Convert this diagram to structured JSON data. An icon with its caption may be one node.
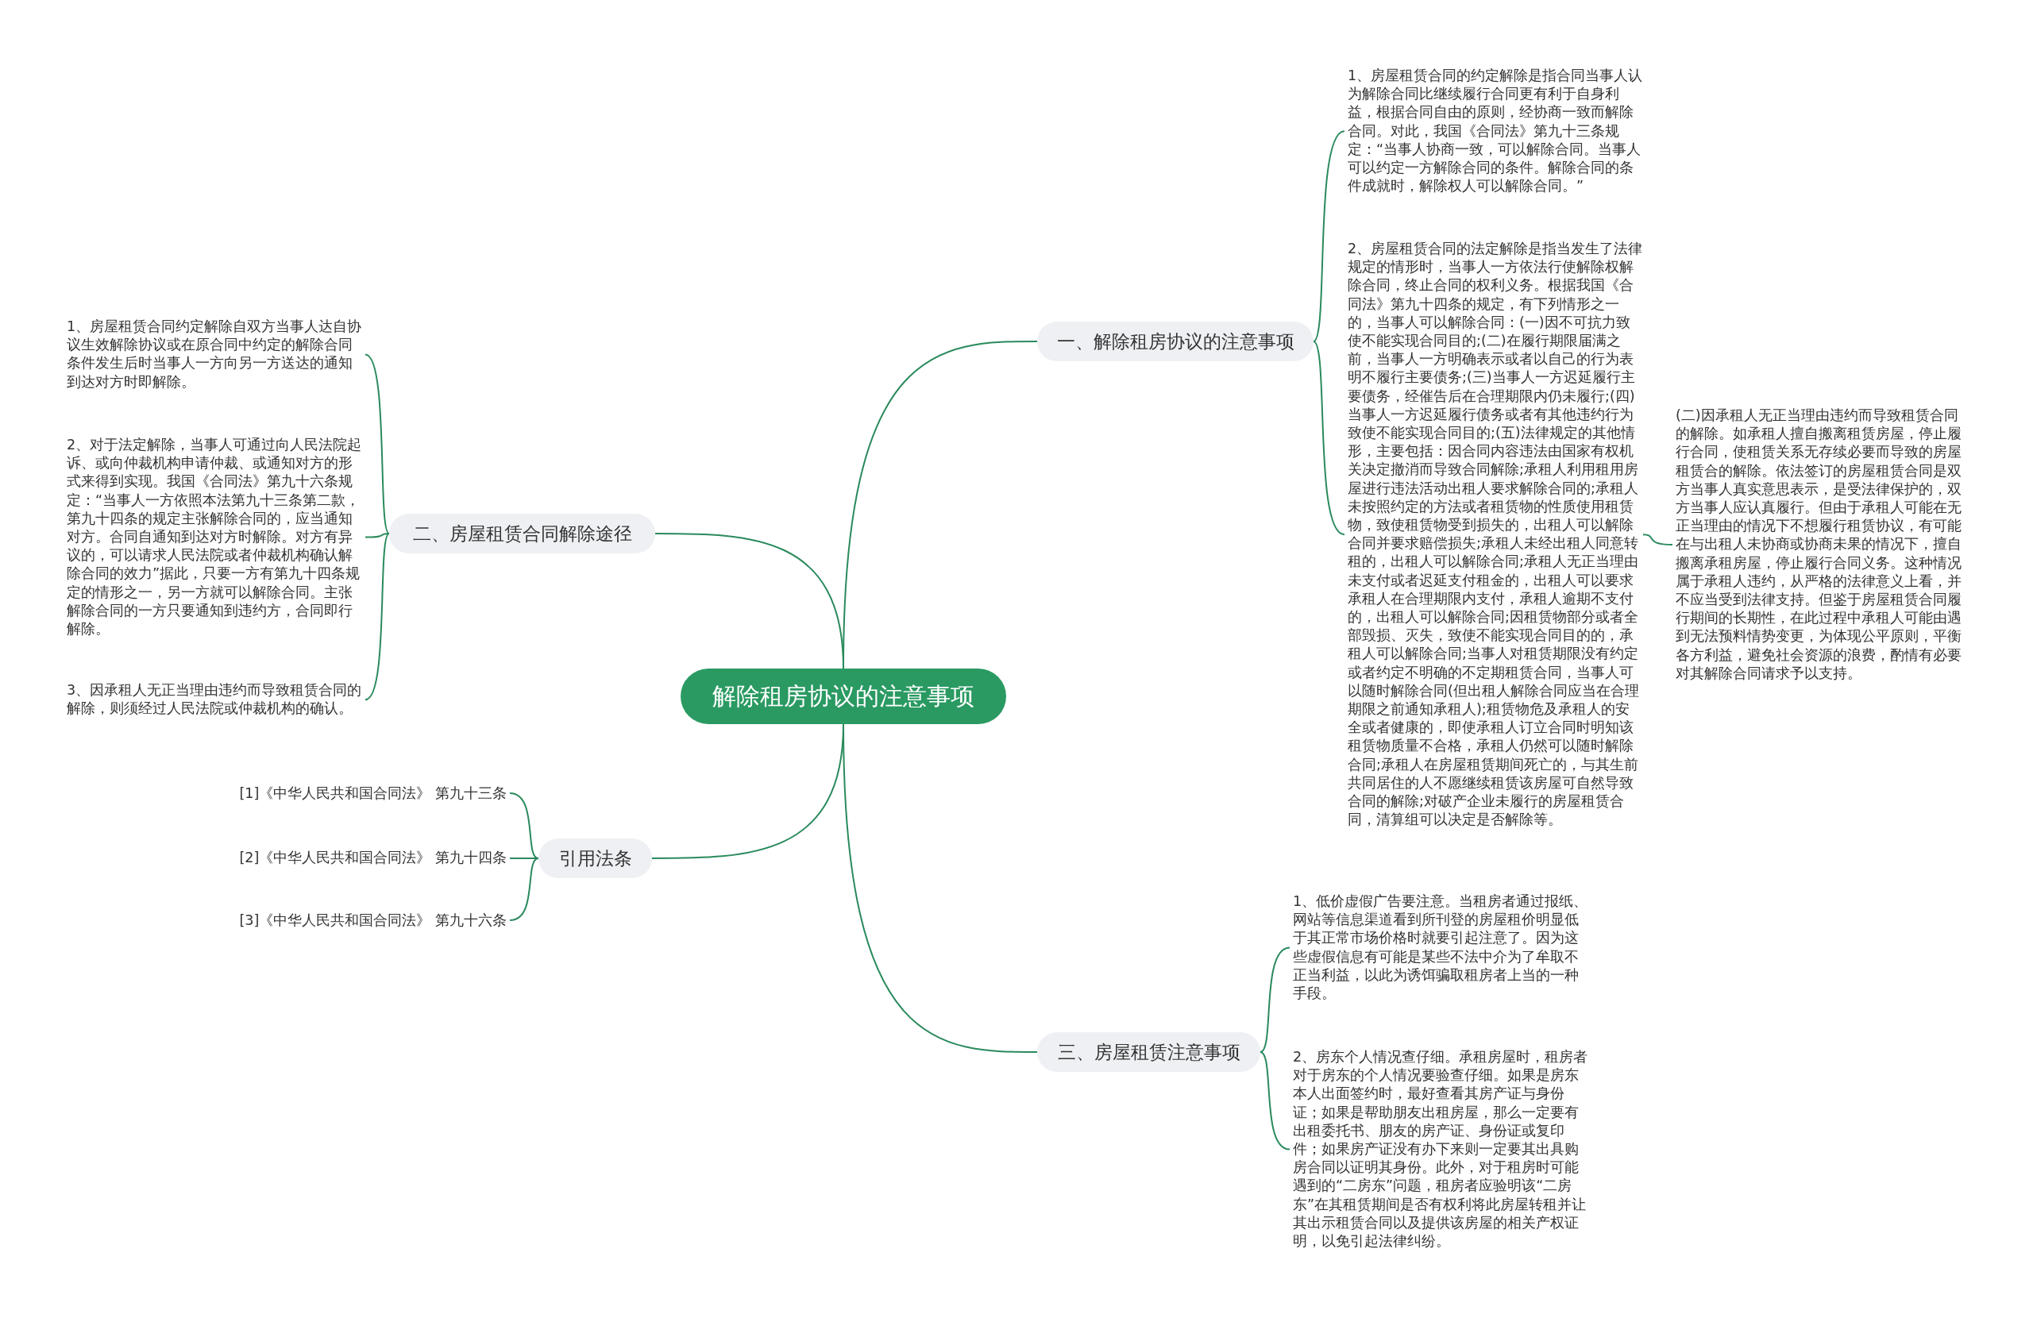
{
  "diagram": {
    "nodes": [
      {
        "text": [
          "解除租房协议的注意事项"
        ]
      },
      {
        "text": [
          "一、解除租房协议的注意事项"
        ]
      },
      {
        "text": [
          "1、房屋租赁合同的约定解除是指合同当事人认为解除合同比继续履行合同更有利于自身利益，根据合同自由的原则，经协商一致而解除合同。对此，我国《合同法》第九十三条规定：“当事人协商一致，可以解除合同。当事人可以约定一方解除合同的条件。解除合同的条件成就时，解除权人可以解除合同。”"
        ]
      },
      {
        "text": [
          "2、房屋租赁合同的法定解除是指当发生了法律规定的情形时，当事人一方依法行使解除权解除合同，终止合同的权利义务。根据我国《合同法》第九十四条的规定，有下列情形之一的，当事人可以解除合同：(一)因不可抗力致使不能实现合同目的;(二)在履行期限届满之前，当事人一方明确表示或者以自己的行为表明不履行主要债务;(三)当事人一方迟延履行主要债务，经催告后在合理期限内仍未履行;(四)当事人一方迟延履行债务或者有其他违约行为致使不能实现合同目的;(五)法律规定的其他情形，主要包括：因合同内容违法由国家有权机关决定撤消而导致合同解除;承租人利用租用房屋进行违法活动出租人要求解除合同的;承租人未按照约定的方法或者租赁物的性质使用租赁物，致使租赁物受到损失的，出租人可以解除合同并要求赔偿损失;承租人未经出租人同意转租的，出租人可以解除合同;承租人无正当理由未支付或者迟延支付租金的，出租人可以要求承租人在合理期限内支付，承租人逾期不支付的，出租人可以解除合同;因租赁物部分或者全部毁损、灭失，致使不能实现合同目的的，承租人可以解除合同;当事人对租赁期限没有约定或者约定不明确的不定期租赁合同，当事人可以随时解除合同(但出租人解除合同应当在合理期限之前通知承租人);租赁物危及承租人的安全或者健康的，即使承租人订立合同时明知该租赁物质量不合格，承租人仍然可以随时解除合同;承租人在房屋租赁期间死亡的，与其生前共同居住的人不愿继续租赁该房屋可自然导致合同的解除;对破产企业未履行的房屋租赁合同，清算组可以决定是否解除等。"
        ]
      },
      {
        "text": [
          "(二)因承租人无正当理由违约而导致租赁合同的解除。如承租人擅自搬离租赁房屋，停止履行合同，使租赁关系无存续必要而导致的房屋租赁合的解除。依法签订的房屋租赁合同是双方当事人真实意思表示，是受法律保护的，双方当事人应认真履行。但由于承租人可能在无正当理由的情况下不想履行租赁协议，有可能在与出租人未协商或协商未果的情况下，擅自搬离承租房屋，停止履行合同义务。这种情况属于承租人违约，从严格的法律意义上看，并不应当受到法律支持。但鉴于房屋租赁合同履行期间的长期性，在此过程中承租人可能由遇到无法预料情势变更，为体现公平原则，平衡各方利益，避免社会资源的浪费，酌情有必要对其解除合同请求予以支持。"
        ]
      },
      {
        "text": [
          "二、房屋租赁合同解除途径"
        ]
      },
      {
        "text": [
          "1、房屋租赁合同约定解除自双方当事人达自协议生效解除协议或在原合同中约定的解除合同条件发生后时当事人一方向另一方送达的通知到达对方时即解除。"
        ]
      },
      {
        "text": [
          "2、对于法定解除，当事人可通过向人民法院起诉、或向仲裁机构申请仲裁、或通知对方的形式来得到实现。我国《合同法》第九十六条规定：“当事人一方依照本法第九十三条第二款，第九十四条的规定主张解除合同的，应当通知对方。合同自通知到达对方时解除。对方有异议的，可以请求人民法院或者仲裁机构确认解除合同的效力”据此，只要一方有第九十四条规定的情形之一，另一方就可以解除合同。主张解除合同的一方只要通知到违约方，合同即行解除。"
        ]
      },
      {
        "text": [
          "3、因承租人无正当理由违约而导致租赁合同的解除，则须经过人民法院或仲裁机构的确认。"
        ]
      },
      {
        "text": [
          "引用法条"
        ]
      },
      {
        "text": [
          "[1]《中华人民共和国合同法》 第九十三条"
        ]
      },
      {
        "text": [
          "[2]《中华人民共和国合同法》 第九十四条"
        ]
      },
      {
        "text": [
          "[3]《中华人民共和国合同法》 第九十六条"
        ]
      },
      {
        "text": [
          "三、房屋租赁注意事项"
        ]
      },
      {
        "text": [
          "1、低价虚假广告要注意。当租房者通过报纸、网站等信息渠道看到所刊登的房屋租价明显低于其正常市场价格时就要引起注意了。因为这些虚假信息有可能是某些不法中介为了牟取不正当利益，以此为诱饵骗取租房者上当的一种手段。"
        ]
      },
      {
        "text": [
          "2、房东个人情况查仔细。承租房屋时，租房者对于房东的个人情况要验查仔细。如果是房东本人出面签约时，最好查看其房产证与身份证；如果是帮助朋友出租房屋，那么一定要有出租委托书、朋友的房产证、身份证或复印件；如果房产证没有办下来则一定要其出具购房合同以证明其身份。此外，对于租房时可能遇到的“二房东”问题，租房者应验明该“二房东”在其租赁期间是否有权利将此房屋转租并让其出示租赁合同以及提供该房屋的相关产权证明，以免引起法律纠纷。"
        ]
      }
    ],
    "edges": [
      {
        "from": 0,
        "to": 1,
        "arrow": "none"
      },
      {
        "from": 1,
        "to": 2,
        "arrow": "none"
      },
      {
        "from": 1,
        "to": 3,
        "arrow": "none"
      },
      {
        "from": 3,
        "to": 4,
        "arrow": "none"
      },
      {
        "from": 0,
        "to": 5,
        "arrow": "none"
      },
      {
        "from": 5,
        "to": 6,
        "arrow": "none"
      },
      {
        "from": 5,
        "to": 7,
        "arrow": "none"
      },
      {
        "from": 5,
        "to": 8,
        "arrow": "none"
      },
      {
        "from": 0,
        "to": 9,
        "arrow": "none"
      },
      {
        "from": 9,
        "to": 10,
        "arrow": "none"
      },
      {
        "from": 9,
        "to": 11,
        "arrow": "none"
      },
      {
        "from": 9,
        "to": 12,
        "arrow": "none"
      },
      {
        "from": 0,
        "to": 13,
        "arrow": "none"
      },
      {
        "from": 13,
        "to": 14,
        "arrow": "none"
      },
      {
        "from": 13,
        "to": 15,
        "arrow": "none"
      }
    ]
  }
}
